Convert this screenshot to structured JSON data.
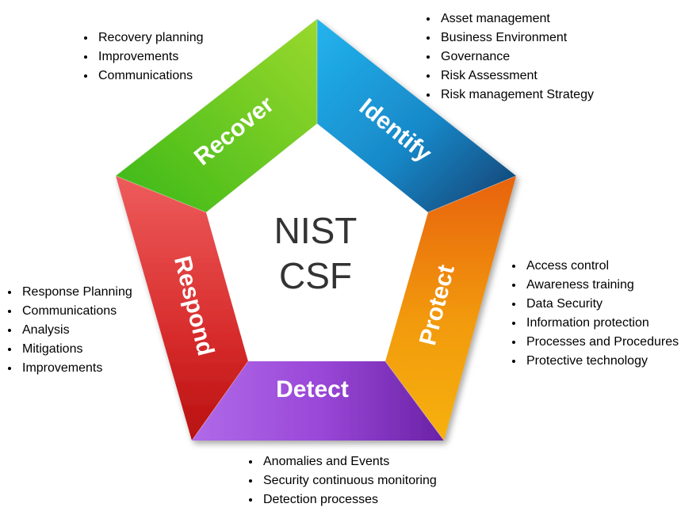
{
  "center": {
    "line1": "NIST",
    "line2": "CSF"
  },
  "segments": {
    "identify": {
      "label": "Identify",
      "color": "#1e9ad6",
      "items": [
        "Asset management",
        "Business Environment",
        "Governance",
        "Risk Assessment",
        "Risk management Strategy"
      ]
    },
    "protect": {
      "label": "Protect",
      "color": "#f08a0c",
      "items": [
        "Access control",
        "Awareness training",
        "Data Security",
        "Information protection",
        "Processes and Procedures",
        "Protective technology"
      ]
    },
    "detect": {
      "label": "Detect",
      "color": "#9b47d6",
      "items": [
        "Anomalies and Events",
        "Security continuous monitoring",
        "Detection processes"
      ]
    },
    "respond": {
      "label": "Respond",
      "color": "#e03a3a",
      "items": [
        "Response Planning",
        "Communications",
        "Analysis",
        "Mitigations",
        "Improvements"
      ]
    },
    "recover": {
      "label": "Recover",
      "color": "#5cc220",
      "items": [
        "Recovery planning",
        "Improvements",
        "Communications"
      ]
    }
  }
}
